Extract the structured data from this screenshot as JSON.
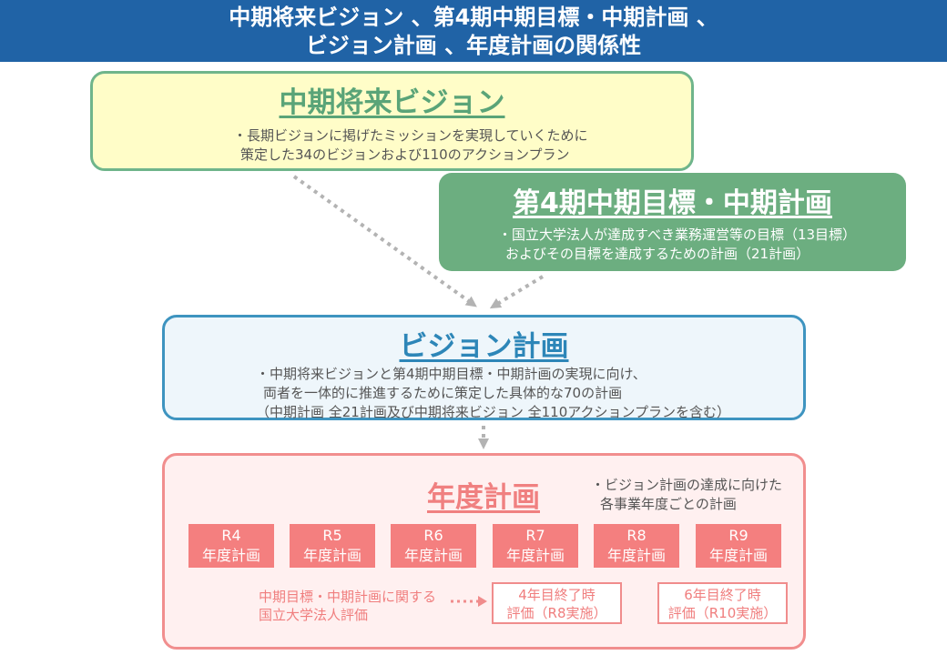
{
  "header": {
    "line1": "中期将来ビジョン 、第4期中期目標・中期計画 、",
    "line2": "ビジョン計画 、年度計画の関係性"
  },
  "vision": {
    "title": "中期将来ビジョン",
    "desc": [
      "・長期ビジョンに掲げたミッションを実現していくために",
      "策定した34のビジョンおよび110のアクションプラン"
    ]
  },
  "plan4": {
    "title": "第4期中期目標・中期計画",
    "desc": [
      "・国立大学法人が達成すべき業務運営等の目標（13目標）",
      "およびその目標を達成するための計画（21計画）"
    ]
  },
  "vplan": {
    "title": "ビジョン計画",
    "desc": [
      "・中期将来ビジョンと第4期中期目標・中期計画の実現に向け、",
      "両者を一体的に推進するために策定した具体的な70の計画",
      "（中期計画 全21計画及び中期将来ビジョン 全110アクションプランを含む）"
    ]
  },
  "annual": {
    "title": "年度計画",
    "desc": [
      "・ビジョン計画の達成に向けた",
      "各事業年度ごとの計画"
    ],
    "years": [
      {
        "year": "R4",
        "label": "年度計画"
      },
      {
        "year": "R5",
        "label": "年度計画"
      },
      {
        "year": "R6",
        "label": "年度計画"
      },
      {
        "year": "R7",
        "label": "年度計画"
      },
      {
        "year": "R8",
        "label": "年度計画"
      },
      {
        "year": "R9",
        "label": "年度計画"
      }
    ],
    "evaluation": {
      "label": [
        "中期目標・中期計画に関する",
        "国立大学法人評価"
      ],
      "milestones": [
        {
          "line1": "4年目終了時",
          "line2": "評価（R8実施）"
        },
        {
          "line1": "6年目終了時",
          "line2": "評価（R10実施）"
        }
      ]
    }
  },
  "colors": {
    "header_bg": "#2063a6",
    "vision_fill": "#fffdc8",
    "vision_border": "#6fb58b",
    "plan4_fill": "#6cae80",
    "vplan_fill": "#eef6fb",
    "vplan_border": "#3e94c0",
    "annual_fill": "#fff0f0",
    "annual_border": "#f18e8e",
    "year_fill": "#f47f7f",
    "connector": "#b3b3b3"
  }
}
